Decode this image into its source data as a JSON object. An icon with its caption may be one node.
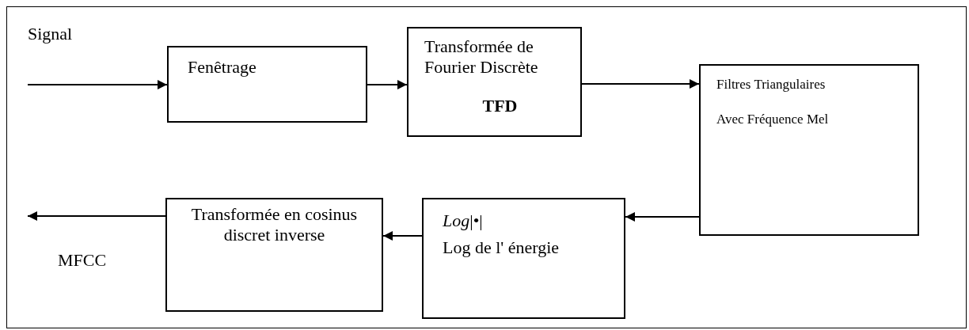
{
  "diagram": {
    "nodes": [
      {
        "text": [
          "Fenêtrage"
        ]
      },
      {
        "text": [
          "Transformée de Fourier Discrète",
          "TFD"
        ]
      },
      {
        "text": [
          "Filtres Triangulaires",
          "Avec Fréquence Mel"
        ]
      },
      {
        "text": [
          "*Log*|•|",
          "Log de l' énergie"
        ]
      },
      {
        "text": [
          "Transformée en cosinus discret inverse"
        ]
      }
    ],
    "edges": [
      {
        "from": null,
        "to": 0,
        "arrow": "to"
      },
      {
        "from": 0,
        "to": 1,
        "arrow": "to"
      },
      {
        "from": 1,
        "to": 2,
        "arrow": "to"
      },
      {
        "from": 2,
        "to": 3,
        "arrow": "to"
      },
      {
        "from": 3,
        "to": 4,
        "arrow": "to"
      },
      {
        "from": 4,
        "to": null,
        "arrow": "to"
      }
    ],
    "labels": [
      "Signal",
      "MFCC"
    ]
  }
}
